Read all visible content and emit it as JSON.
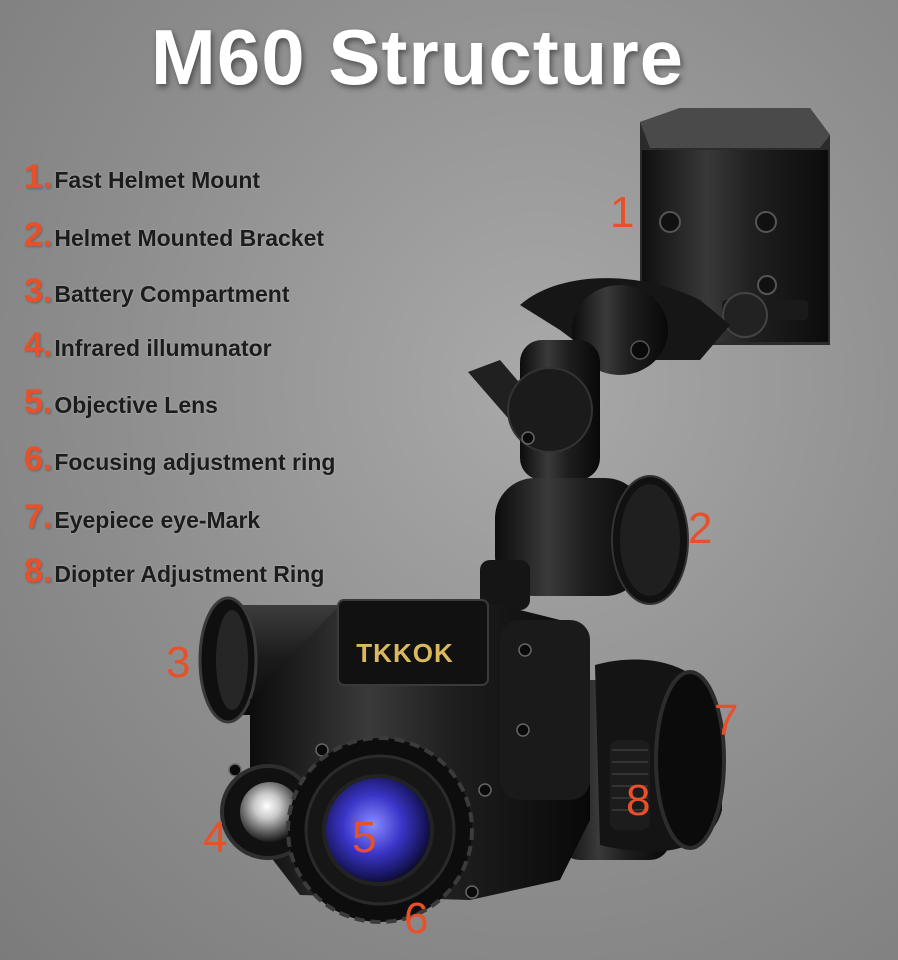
{
  "title": "M60 Structure",
  "legend": [
    {
      "num": "1.",
      "label": "Fast Helmet Mount"
    },
    {
      "num": "2.",
      "label": "Helmet Mounted Bracket"
    },
    {
      "num": "3.",
      "label": "Battery Compartment"
    },
    {
      "num": "4.",
      "label": "Infrared illumunator"
    },
    {
      "num": "5.",
      "label": "Objective Lens"
    },
    {
      "num": "6.",
      "label": "Focusing adjustment ring"
    },
    {
      "num": "7.",
      "label": "Eyepiece eye-Mark"
    },
    {
      "num": "8.",
      "label": "Diopter Adjustment Ring"
    }
  ],
  "callouts": {
    "n1": "1",
    "n2": "2",
    "n3": "3",
    "n4": "4",
    "n5": "5",
    "n6": "6",
    "n7": "7",
    "n8": "8"
  },
  "brand": "TKKOK",
  "colors": {
    "accent": "#e8502a",
    "label": "#1c1c1c",
    "title": "#ffffff",
    "background": "#8e8e8e"
  }
}
